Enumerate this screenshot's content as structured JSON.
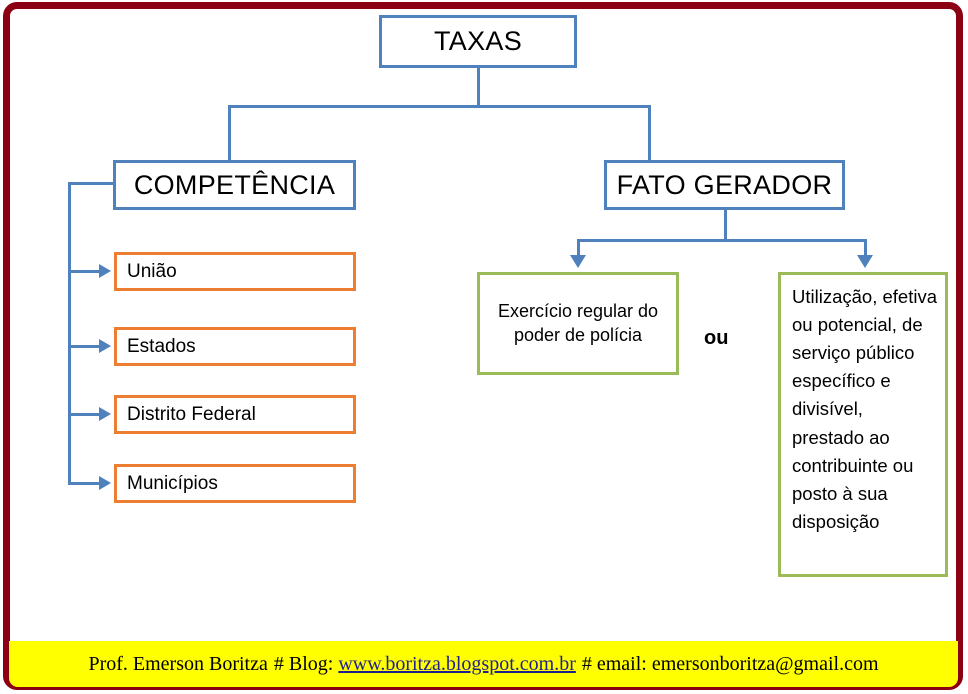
{
  "title": "TAXAS",
  "colors": {
    "frame": "#8C0014",
    "blue": "#4F81BD",
    "orange": "#ED7D31",
    "green": "#9BBB59",
    "footer_background": "#FFFF00",
    "footer_link": "#1F1F8F"
  },
  "nodes": {
    "root": "TAXAS",
    "competencia": "COMPETÊNCIA",
    "fato_gerador": "FATO GERADOR"
  },
  "competencia_items": [
    {
      "label": "União"
    },
    {
      "label": "Estados"
    },
    {
      "label": "Distrito Federal"
    },
    {
      "label": "Municípios"
    }
  ],
  "fato_gerador_items": [
    {
      "label": "Exercício  regular do poder de polícia"
    },
    {
      "label": "Utilização, efetiva ou potencial, de serviço público específico e divisível, prestado ao contribuinte ou posto à sua disposição"
    }
  ],
  "connector_label": "ou",
  "footer": {
    "author": "Prof. Emerson Boritza",
    "blog_label": "# Blog:",
    "blog_url": "www.boritza.blogspot.com.br",
    "email_label": "# email:",
    "email": "emersonboritza@gmail.com"
  }
}
